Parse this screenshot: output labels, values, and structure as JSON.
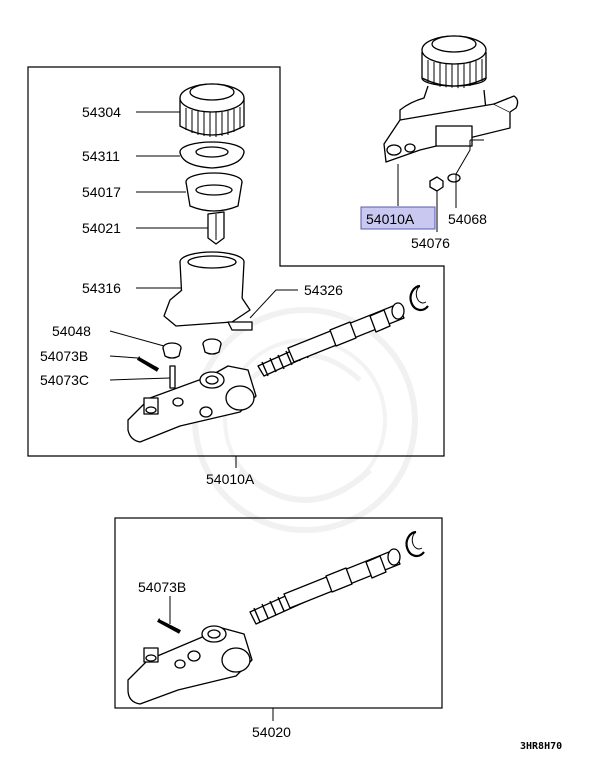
{
  "labels": {
    "p54304": "54304",
    "p54311": "54311",
    "p54017": "54017",
    "p54021": "54021",
    "p54316": "54316",
    "p54326": "54326",
    "p54048": "54048",
    "p54073B_top": "54073B",
    "p54073C": "54073C",
    "p54010A_box": "54010A",
    "p54010A_highlight": "54010A",
    "p54068": "54068",
    "p54076": "54076",
    "p54073B_bottom": "54073B",
    "p54020": "54020",
    "diagram_code": "3HR8H70"
  },
  "colors": {
    "highlight_fill": "#c8c8f0",
    "highlight_stroke": "#5a5ab0",
    "watermark": "#e8e8e8"
  }
}
